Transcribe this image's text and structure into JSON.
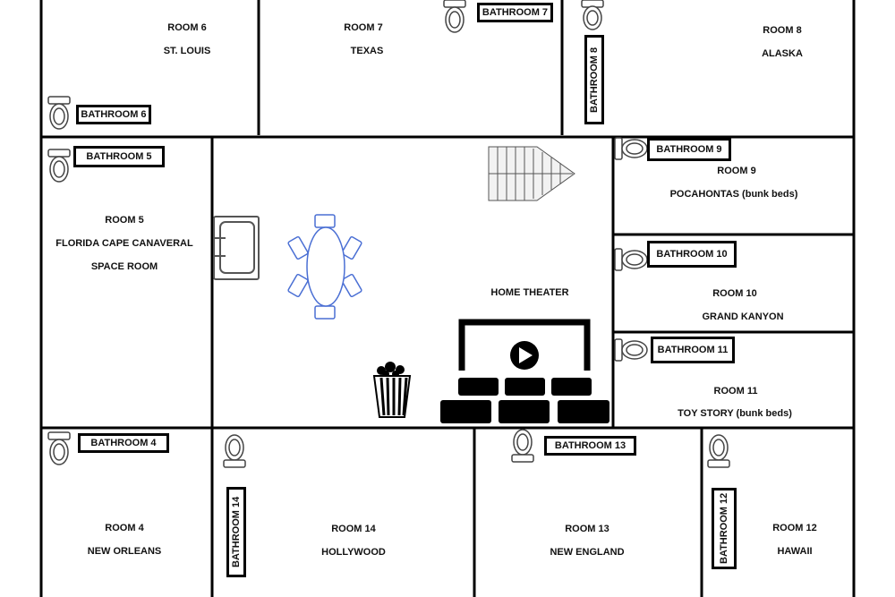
{
  "rooms": {
    "room6": {
      "title": "ROOM 6",
      "name": "ST. LOUIS"
    },
    "room7": {
      "title": "ROOM 7",
      "name": "TEXAS"
    },
    "room8": {
      "title": "ROOM 8",
      "name": "ALASKA"
    },
    "room5": {
      "title": "ROOM 5",
      "name": "FLORIDA CAPE CANAVERAL",
      "sub": "SPACE ROOM"
    },
    "room9": {
      "title": "ROOM 9",
      "name": "POCAHONTAS (bunk beds)"
    },
    "room10": {
      "title": "ROOM 10",
      "name": "GRAND KANYON"
    },
    "room11": {
      "title": "ROOM 11",
      "name": "TOY STORY (bunk beds)"
    },
    "room4": {
      "title": "ROOM 4",
      "name": "NEW ORLEANS"
    },
    "room14": {
      "title": "ROOM 14",
      "name": "HOLLYWOOD"
    },
    "room13": {
      "title": "ROOM 13",
      "name": "NEW ENGLAND"
    },
    "room12": {
      "title": "ROOM 12",
      "name": "HAWAII"
    },
    "theater": {
      "title": "HOME THEATER"
    }
  },
  "bathrooms": {
    "b4": "BATHROOM 4",
    "b5": "BATHROOM 5",
    "b6": "BATHROOM 6",
    "b7": "BATHROOM 7",
    "b8": "BATHROOM 8",
    "b9": "BATHROOM 9",
    "b10": "BATHROOM 10",
    "b11": "BATHROOM 11",
    "b12": "BATHROOM 12",
    "b13": "BATHROOM 13",
    "b14": "BATHROOM 14"
  },
  "colors": {
    "walls": "#000000",
    "table": "#4a6fd4",
    "background": "#ffffff"
  },
  "icons": [
    "toilet-icon",
    "sink-icon",
    "dining-table-icon",
    "stairs-icon",
    "popcorn-icon",
    "screen-icon",
    "play-icon",
    "seat-icon"
  ]
}
